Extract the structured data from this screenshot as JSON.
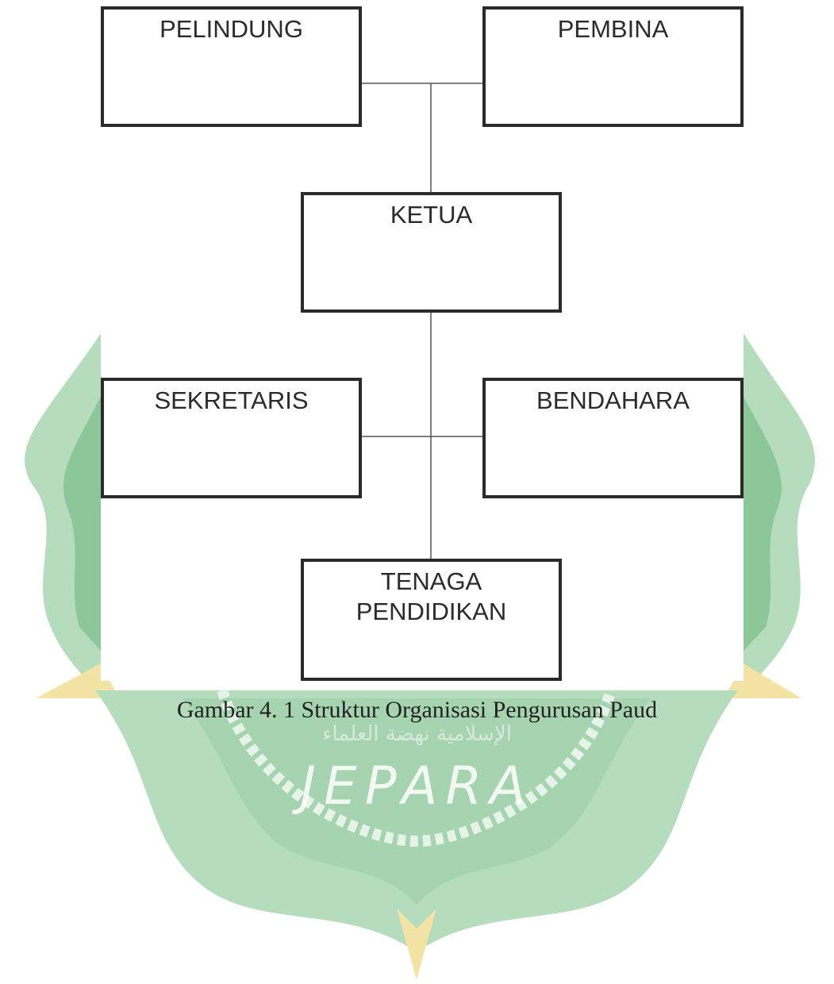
{
  "org_chart": {
    "nodes": {
      "pelindung": "PELINDUNG",
      "pembina": "PEMBINA",
      "ketua": "KETUA",
      "sekretaris": "SEKRETARIS",
      "bendahara": "BENDAHARA",
      "tenaga_line1": "TENAGA",
      "tenaga_line2": "PENDIDIKAN"
    }
  },
  "caption": "Gambar 4. 1 Struktur Organisasi Pengurusan Paud",
  "watermark": {
    "text": "JEPARA",
    "arabic_text": "الإسلامية نهضة العلماء",
    "colors": {
      "green": "#9fcfaa",
      "green_dark": "#7fbf90",
      "yellow": "#f3e3a4"
    }
  }
}
